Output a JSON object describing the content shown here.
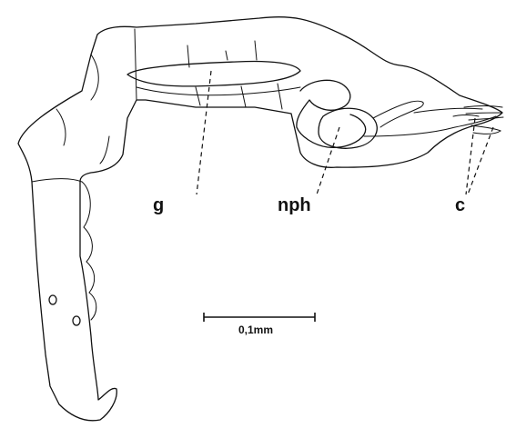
{
  "labels": {
    "g": "g",
    "nph": "nph",
    "c": "c"
  },
  "scale_bar": {
    "text": "0,1mm"
  },
  "colors": {
    "ink": "#111111",
    "background": "#ffffff"
  }
}
